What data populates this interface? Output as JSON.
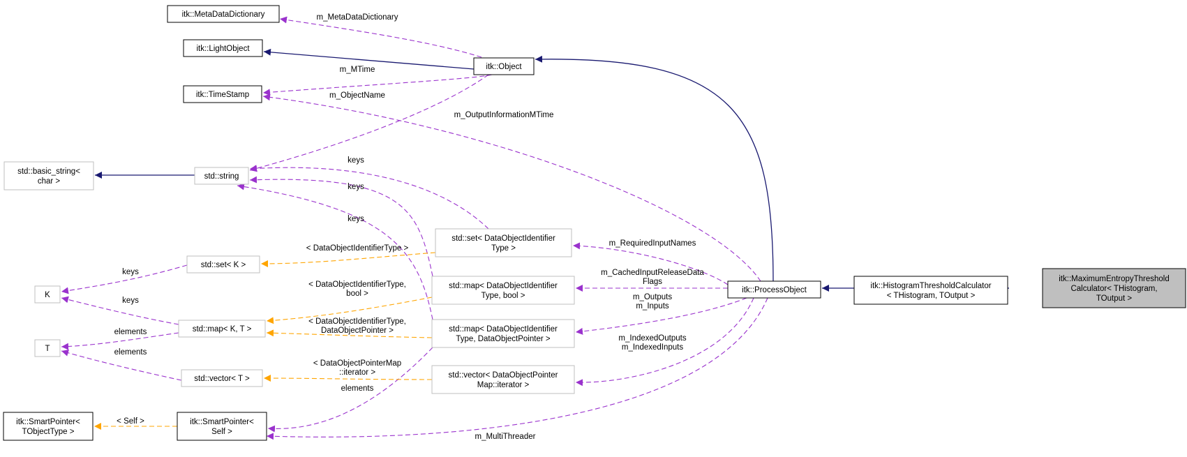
{
  "diagram": {
    "nodes": [
      {
        "id": "metadatadictionary",
        "lines": [
          "itk::MetaDataDictionary"
        ],
        "style": "documented"
      },
      {
        "id": "lightobject",
        "lines": [
          "itk::LightObject"
        ],
        "style": "documented"
      },
      {
        "id": "object",
        "lines": [
          "itk::Object"
        ],
        "style": "documented"
      },
      {
        "id": "timestamp",
        "lines": [
          "itk::TimeStamp"
        ],
        "style": "documented"
      },
      {
        "id": "basic-string",
        "lines": [
          "std::basic_string<",
          "char >"
        ],
        "style": "external"
      },
      {
        "id": "std-string",
        "lines": [
          "std::string"
        ],
        "style": "external"
      },
      {
        "id": "set-dataobjectid",
        "lines": [
          "std::set< DataObjectIdentifier",
          "Type >"
        ],
        "style": "external"
      },
      {
        "id": "set-k",
        "lines": [
          "std::set< K >"
        ],
        "style": "external"
      },
      {
        "id": "k",
        "lines": [
          "K"
        ],
        "style": "external"
      },
      {
        "id": "map-dataobjectid-bool",
        "lines": [
          "std::map< DataObjectIdentifier",
          "Type, bool >"
        ],
        "style": "external"
      },
      {
        "id": "processobject",
        "lines": [
          "itk::ProcessObject"
        ],
        "style": "documented"
      },
      {
        "id": "histogramthresholdcalculator",
        "lines": [
          "itk::HistogramThresholdCalculator",
          "< THistogram, TOutput >"
        ],
        "style": "documented"
      },
      {
        "id": "maximumentropythresholdcalculator",
        "lines": [
          "itk::MaximumEntropyThreshold",
          "Calculator< THistogram,",
          "TOutput >"
        ],
        "style": "current"
      },
      {
        "id": "map-k-t",
        "lines": [
          "std::map< K, T >"
        ],
        "style": "external"
      },
      {
        "id": "t",
        "lines": [
          "T"
        ],
        "style": "external"
      },
      {
        "id": "map-dataobjectid-pointer",
        "lines": [
          "std::map< DataObjectIdentifier",
          "Type, DataObjectPointer >"
        ],
        "style": "external"
      },
      {
        "id": "vector-t",
        "lines": [
          "std::vector< T >"
        ],
        "style": "external"
      },
      {
        "id": "vector-pointermap-iterator",
        "lines": [
          "std::vector< DataObjectPointer",
          "Map::iterator >"
        ],
        "style": "external"
      },
      {
        "id": "smartpointer-tobjecttype",
        "lines": [
          "itk::SmartPointer<",
          "TObjectType >"
        ],
        "style": "documented"
      },
      {
        "id": "smartpointer-self",
        "lines": [
          "itk::SmartPointer<",
          "Self >"
        ],
        "style": "documented"
      }
    ],
    "edge_labels": [
      {
        "id": "m-metadatadictionary",
        "lines": [
          "m_MetaDataDictionary"
        ]
      },
      {
        "id": "m-mtime",
        "lines": [
          "m_MTime"
        ]
      },
      {
        "id": "m-objectname",
        "lines": [
          "m_ObjectName"
        ]
      },
      {
        "id": "m-outputinformationmtime",
        "lines": [
          "m_OutputInformationMTime"
        ]
      },
      {
        "id": "keys-set",
        "lines": [
          "keys"
        ]
      },
      {
        "id": "keys-map-bool",
        "lines": [
          "keys"
        ]
      },
      {
        "id": "keys-map-pointer",
        "lines": [
          "keys"
        ]
      },
      {
        "id": "tmpl-set",
        "lines": [
          "< DataObjectIdentifierType >"
        ]
      },
      {
        "id": "m-requiredinputnames",
        "lines": [
          "m_RequiredInputNames"
        ]
      },
      {
        "id": "keys-setk",
        "lines": [
          "keys"
        ]
      },
      {
        "id": "m-cachedinputreleasedataflags",
        "lines": [
          "m_CachedInputReleaseData",
          "Flags"
        ]
      },
      {
        "id": "tmpl-map-bool",
        "lines": [
          "< DataObjectIdentifierType,",
          "bool >"
        ]
      },
      {
        "id": "keys-mapkt",
        "lines": [
          "keys"
        ]
      },
      {
        "id": "m-outputs-inputs",
        "lines": [
          "m_Outputs",
          "m_Inputs"
        ]
      },
      {
        "id": "elements-mapkt",
        "lines": [
          "elements"
        ]
      },
      {
        "id": "tmpl-map-pointer",
        "lines": [
          "< DataObjectIdentifierType,",
          "DataObjectPointer >"
        ]
      },
      {
        "id": "m-indexedoutputs-inputs",
        "lines": [
          "m_IndexedOutputs",
          "m_IndexedInputs"
        ]
      },
      {
        "id": "elements-vector",
        "lines": [
          "elements"
        ]
      },
      {
        "id": "tmpl-vector-iterator",
        "lines": [
          "< DataObjectPointerMap",
          "::iterator >"
        ]
      },
      {
        "id": "elements-smartpointer",
        "lines": [
          "elements"
        ]
      },
      {
        "id": "tmpl-self",
        "lines": [
          "< Self >"
        ]
      },
      {
        "id": "m-multithreader",
        "lines": [
          "m_MultiThreader"
        ]
      }
    ],
    "colors": {
      "inheritance": "#191970",
      "usage": "#9a32cd",
      "template": "#ffa500",
      "documented_border": "#000000",
      "external_border": "#bfbfbf",
      "current_fill": "#bfbfbf"
    }
  }
}
